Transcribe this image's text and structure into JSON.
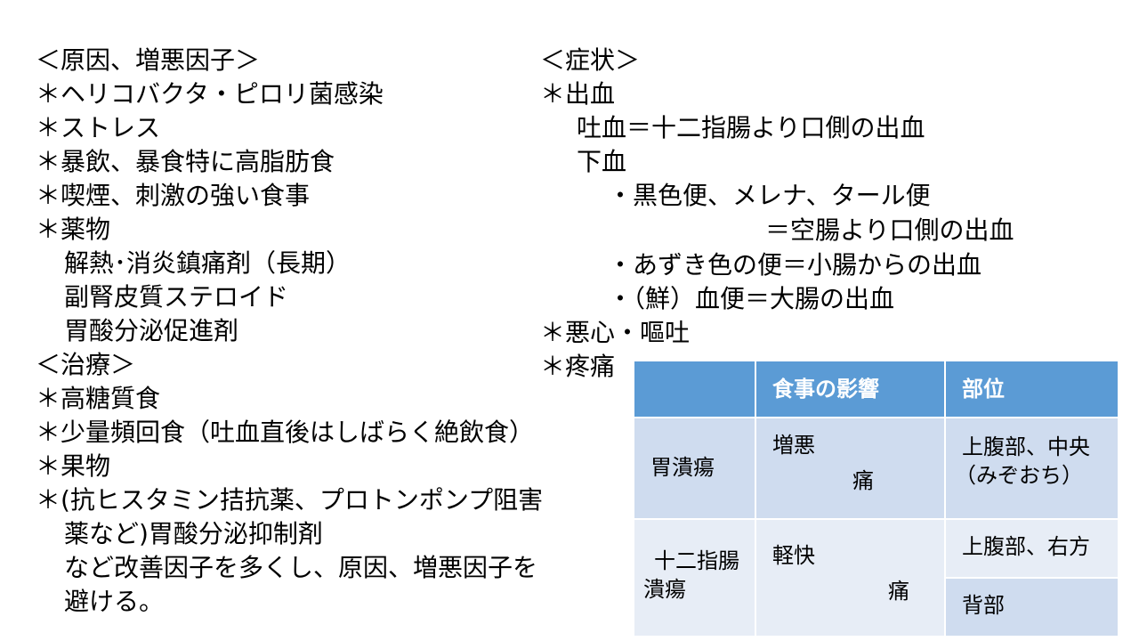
{
  "left": {
    "cause_heading": "＜原因、増悪因子＞",
    "causes": [
      "＊ヘリコバクタ・ピロリ菌感染",
      "＊ストレス",
      "＊暴飲、暴食特に高脂肪食",
      "＊喫煙、刺激の強い食事",
      "＊薬物"
    ],
    "drugs": [
      "解熱･消炎鎮痛剤（長期）",
      "副腎皮質ステロイド",
      "胃酸分泌促進剤"
    ],
    "treatment_heading": "＜治療＞",
    "treatments": [
      "＊高糖質食",
      "＊少量頻回食（吐血直後はしばらく絶飲食）",
      "＊果物",
      "＊(抗ヒスタミン拮抗薬、プロトンポンプ阻害"
    ],
    "treatment_cont": [
      "薬など)胃酸分泌抑制剤",
      "など改善因子を多くし、原因、増悪因子を",
      "避ける。"
    ]
  },
  "right": {
    "symptom_heading": "＜症状＞",
    "bleeding": "＊出血",
    "hematemesis": "吐血＝十二指腸より口側の出血",
    "melena_label": "下血",
    "melena_items": [
      "・黒色便、メレナ、タール便",
      "＝空腸より口側の出血",
      "・あずき色の便＝小腸からの出血",
      "・（鮮）血便＝大腸の出血"
    ],
    "nausea": "＊悪心・嘔吐",
    "pain": "＊疼痛"
  },
  "table": {
    "headers": [
      "",
      "食事の影響",
      "部位"
    ],
    "gastric": {
      "name": "胃潰瘍",
      "effect_1": "増悪",
      "effect_2": "痛",
      "location_1": "上腹部、中央",
      "location_2": "（みぞおち）"
    },
    "duodenal": {
      "name_1": "十二指腸",
      "name_2": "潰瘍",
      "effect_1": "軽快",
      "effect_2": "痛",
      "location_1": "上腹部、右方",
      "location_2": "背部"
    }
  },
  "colors": {
    "header_bg": "#5b9bd5",
    "row_dark": "#cfdcef",
    "row_light": "#e7edf6"
  }
}
